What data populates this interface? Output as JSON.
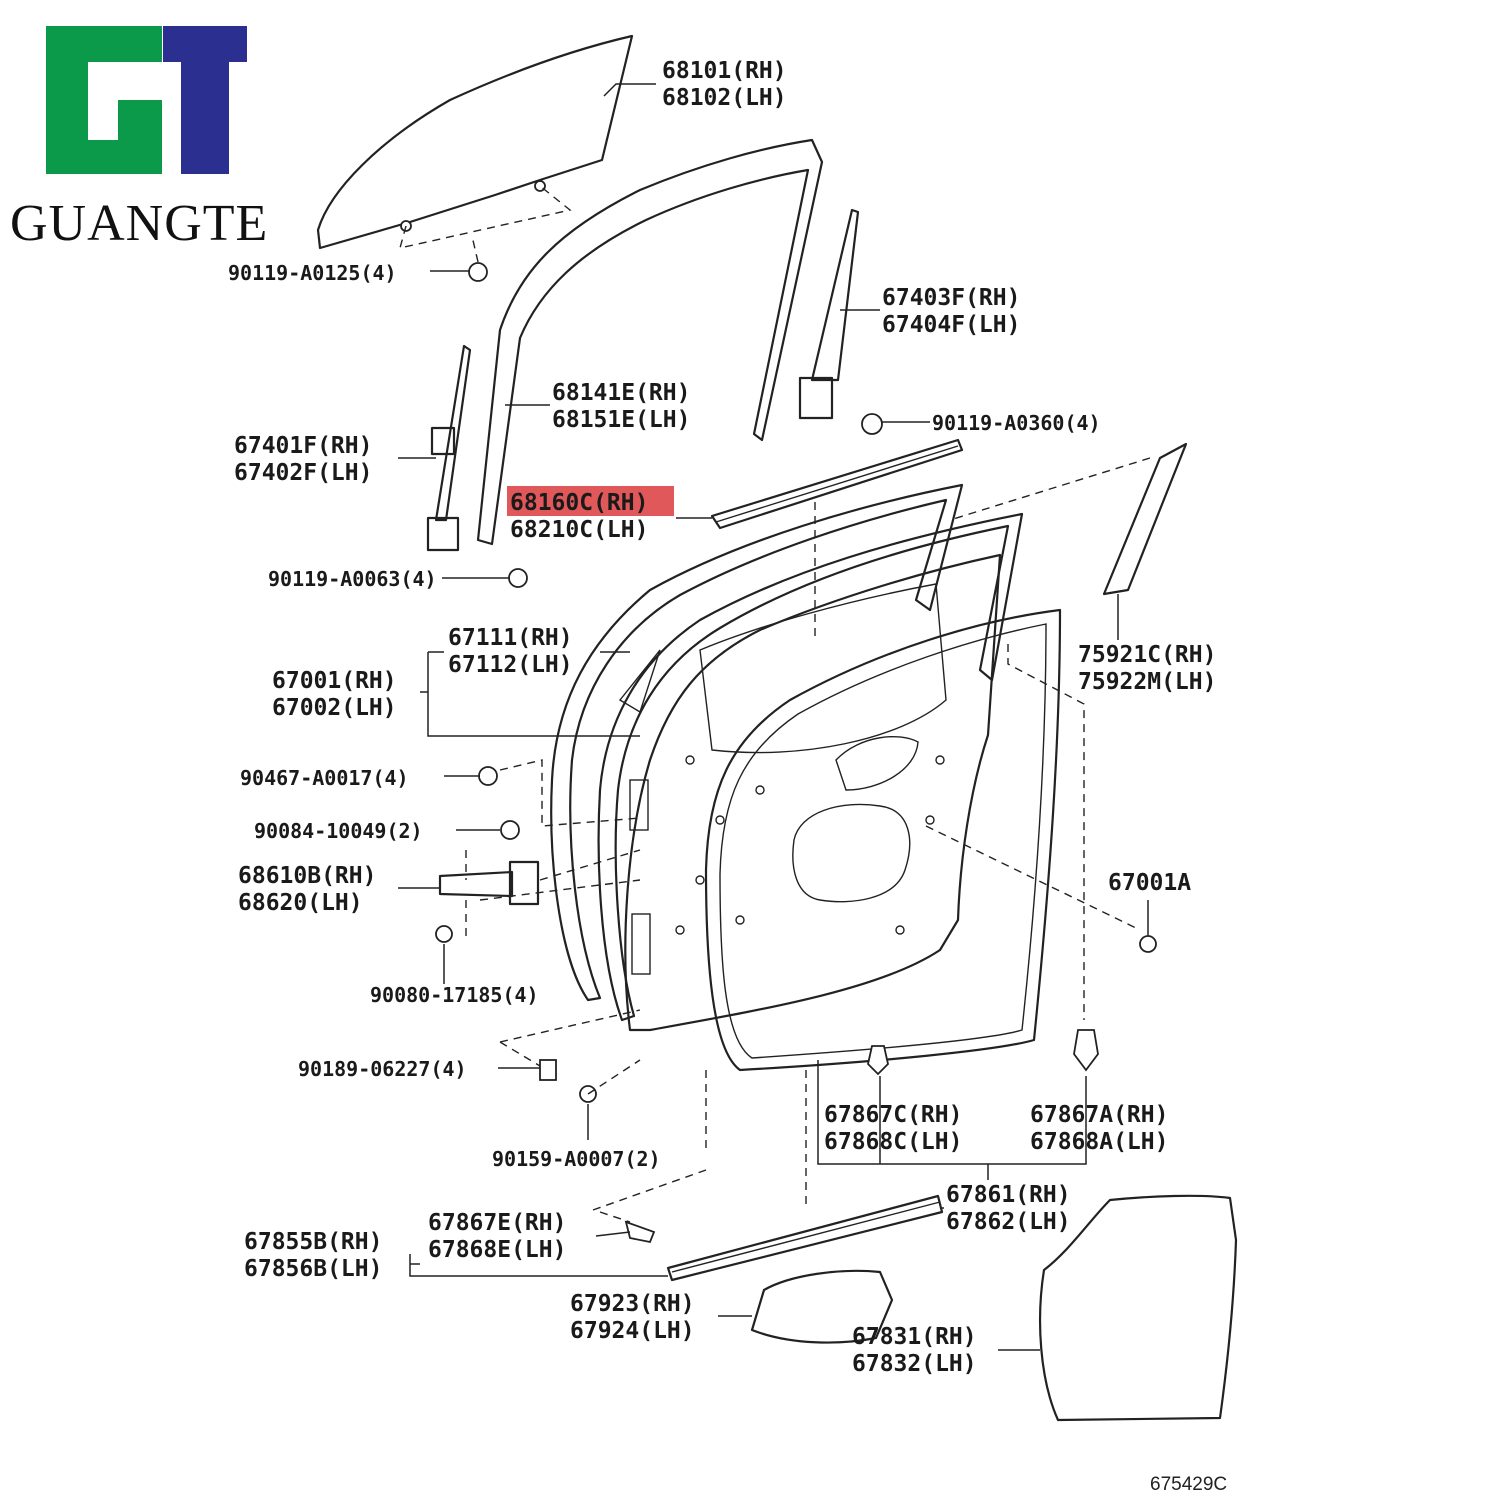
{
  "brand": {
    "name": "GUANGTE",
    "logo_letters": "GT",
    "colors": {
      "green": "#0a9a4a",
      "navy": "#2b2f8f"
    }
  },
  "highlight_color": "#e0585a",
  "labels": {
    "l68101": "68101(RH)",
    "l68102": "68102(LH)",
    "l90119_a0125": "90119-A0125(4)",
    "l67403f": "67403F(RH)",
    "l67404f": "67404F(LH)",
    "l68141e": "68141E(RH)",
    "l68151e": "68151E(LH)",
    "l90119_a0360": "90119-A0360(4)",
    "l67401f": "67401F(RH)",
    "l67402f": "67402F(LH)",
    "l68160c": "68160C(RH)",
    "l68210c": "68210C(LH)",
    "l90119_a0063": "90119-A0063(4)",
    "l67111": "67111(RH)",
    "l67112": "67112(LH)",
    "l75921c": "75921C(RH)",
    "l75922m": "75922M(LH)",
    "l67001": "67001(RH)",
    "l67002": "67002(LH)",
    "l90467": "90467-A0017(4)",
    "l90084": "90084-10049(2)",
    "l68610b": "68610B(RH)",
    "l68620": "68620(LH)",
    "l67001a": "67001A",
    "l90080": "90080-17185(4)",
    "l90189": "90189-06227(4)",
    "l67867c": "67867C(RH)",
    "l67868c": "67868C(LH)",
    "l67867a": "67867A(RH)",
    "l67868a": "67868A(LH)",
    "l90159": "90159-A0007(2)",
    "l67861": "67861(RH)",
    "l67862": "67862(LH)",
    "l67867e": "67867E(RH)",
    "l67868e": "67868E(LH)",
    "l67855b": "67855B(RH)",
    "l67856b": "67856B(LH)",
    "l67923": "67923(RH)",
    "l67924": "67924(LH)",
    "l67831": "67831(RH)",
    "l67832": "67832(LH)",
    "diagram_code": "675429C"
  }
}
